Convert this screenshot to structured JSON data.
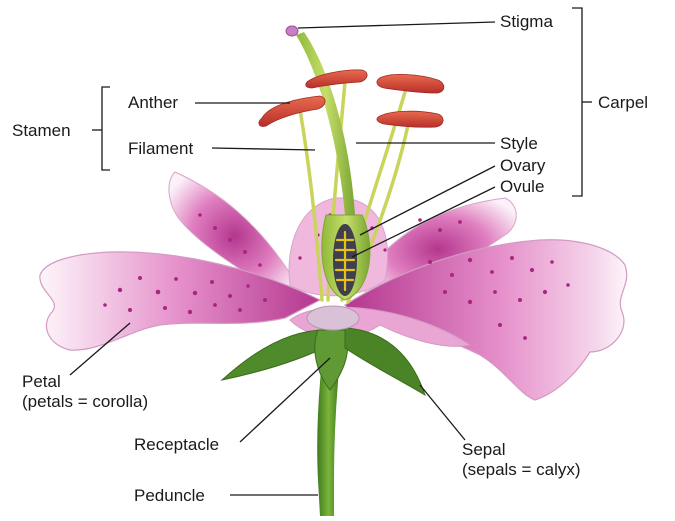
{
  "labels": {
    "stigma": "Stigma",
    "anther": "Anther",
    "stamen": "Stamen",
    "filament": "Filament",
    "carpel": "Carpel",
    "style": "Style",
    "ovary": "Ovary",
    "ovule": "Ovule",
    "petal": "Petal",
    "petal_note": "(petals = corolla)",
    "receptacle": "Receptacle",
    "sepal": "Sepal",
    "sepal_note": "(sepals = calyx)",
    "peduncle": "Peduncle"
  },
  "colors": {
    "petal_pink": "#e07fc0",
    "petal_magenta": "#b4378f",
    "petal_white": "#fbf1f8",
    "stem_green": "#5f9a2a",
    "sepal_green": "#4f8a2c",
    "anther_red": "#d5493a",
    "filament_yellow": "#c9d45a",
    "ovary_dark": "#3f3f4f",
    "ovule_yellow": "#e3c21a",
    "line": "#1a1a1a"
  },
  "icons": [
    "lily-flower-illustration"
  ]
}
